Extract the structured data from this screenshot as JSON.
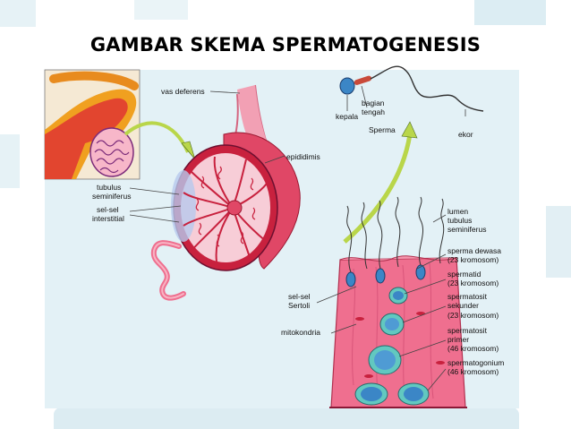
{
  "title": "GAMBAR SKEMA SPERMATOGENESIS",
  "colors": {
    "panel": "#e3f1f6",
    "tissue_pink": "#ef6f8f",
    "tubule_red": "#c8213e",
    "skin_orange": "#f0a020",
    "nucleus_blue": "#3b86c6",
    "arrow_green": "#b9d64a",
    "cell_teal": "#62c8c0"
  },
  "labels": {
    "vas_deferens": "vas deferens",
    "kepala": "kepala",
    "bagian": "bagian",
    "tengah": "tengah",
    "sperma": "Sperma",
    "ekor": "ekor",
    "epididimis": "epididimis",
    "tubulus": "tubulus",
    "seminiferus": "seminiferus",
    "sel_sel": "sel-sel",
    "interstitial": "interstitial",
    "lumen": "lumen",
    "lumen_tubulus": "tubulus",
    "lumen_seminiferus": "seminiferus",
    "sperma_dewasa": "sperma dewasa",
    "sperma_dewasa_k": "(23 kromosom)",
    "spermatid": "spermatid",
    "spermatid_k": "(23 kromosom)",
    "spermatosit": "spermatosit",
    "sekunder": "sekunder",
    "sekunder_k": "(23 kromosom)",
    "spermatosit2": "spermatosit",
    "primer": "primer",
    "primer_k": "(46 kromosom)",
    "spermatogonium": "spermatogonium",
    "spermatogonium_k": "(46 kromosom)",
    "sertoli1": "sel-sel",
    "sertoli2": "Sertoli",
    "mitokondria": "mitokondria"
  }
}
